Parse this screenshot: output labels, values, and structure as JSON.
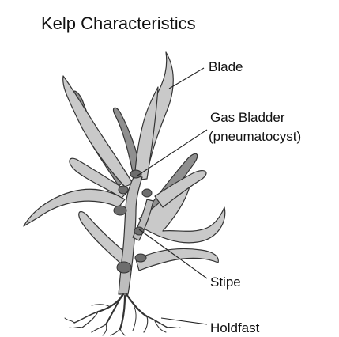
{
  "title": "Kelp Characteristics",
  "labels": {
    "blade": "Blade",
    "gas_bladder_line1": "Gas Bladder",
    "gas_bladder_line2": "(pneumatocyst)",
    "stipe": "Stipe",
    "holdfast": "Holdfast"
  },
  "colors": {
    "blade_light": "#c9c9c9",
    "blade_dark": "#8f8f8f",
    "bladder": "#6d6d6d",
    "outline": "#333333",
    "text": "#111111",
    "background": "#ffffff"
  }
}
